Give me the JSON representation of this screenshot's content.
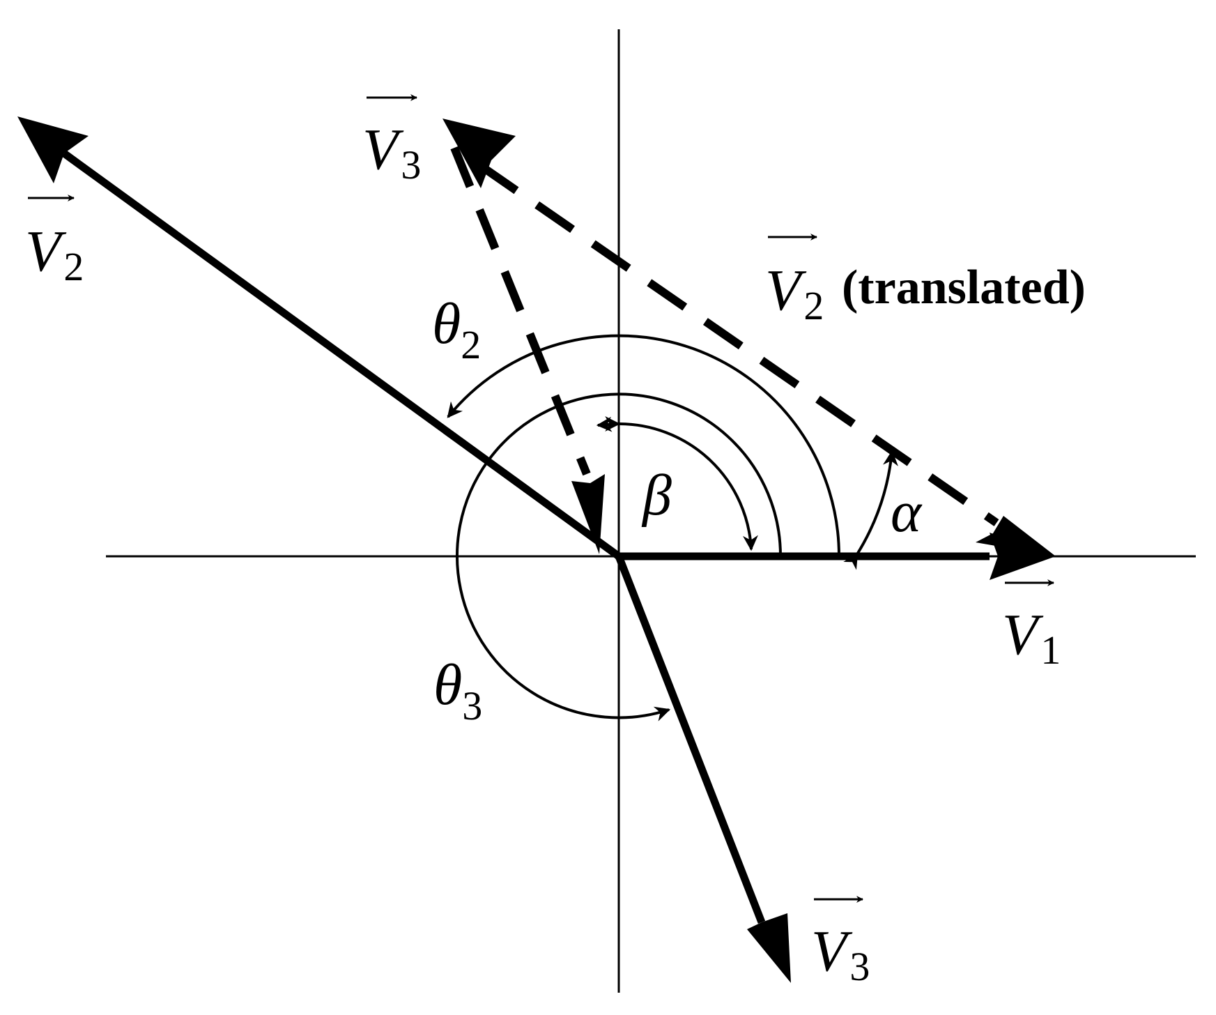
{
  "colors": {
    "ink": "#000000",
    "background": "#ffffff"
  },
  "vectors": {
    "v1": {
      "symbol": "V",
      "subscript": "1"
    },
    "v2": {
      "symbol": "V",
      "subscript": "2"
    },
    "v3": {
      "symbol": "V",
      "subscript": "3"
    },
    "v3_translated": {
      "symbol": "V",
      "subscript": "3"
    },
    "v2_translated": {
      "symbol": "V",
      "subscript": "2",
      "note": "(translated)"
    }
  },
  "angles": {
    "theta2": {
      "symbol": "θ",
      "subscript": "2"
    },
    "theta3": {
      "symbol": "θ",
      "subscript": "3"
    },
    "beta": {
      "symbol": "β"
    },
    "alpha": {
      "symbol": "α"
    }
  }
}
